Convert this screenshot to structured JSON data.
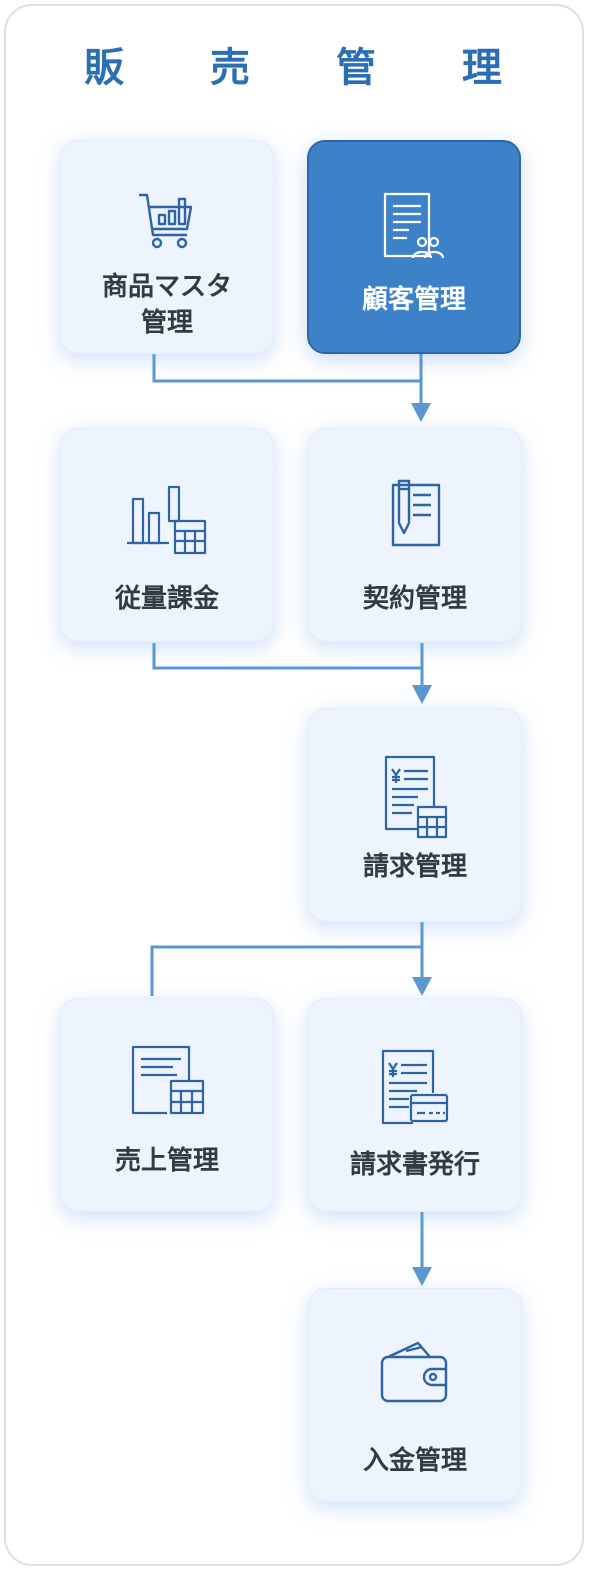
{
  "title": "販 売 管 理",
  "colors": {
    "accent": "#3d82c8",
    "line": "#5b97d3",
    "label": "#333a44",
    "card_bg": "#edf4fd"
  },
  "cards": [
    {
      "id": "product",
      "label": "商品マスタ",
      "label2": "管理",
      "icon": "shopping-cart-chart-icon",
      "active": false
    },
    {
      "id": "customer",
      "label": "顧客管理",
      "icon": "customer-document-icon",
      "active": true
    },
    {
      "id": "usage",
      "label": "従量課金",
      "icon": "bar-chart-calculator-icon",
      "active": false
    },
    {
      "id": "contract",
      "label": "契約管理",
      "icon": "contract-pen-icon",
      "active": false
    },
    {
      "id": "billing",
      "label": "請求管理",
      "icon": "invoice-calculator-icon",
      "active": false
    },
    {
      "id": "sales",
      "label": "売上管理",
      "icon": "document-calculator-icon",
      "active": false
    },
    {
      "id": "invoice-issue",
      "label": "請求書発行",
      "icon": "invoice-card-icon",
      "active": false
    },
    {
      "id": "payment",
      "label": "入金管理",
      "icon": "wallet-icon",
      "active": false
    }
  ]
}
